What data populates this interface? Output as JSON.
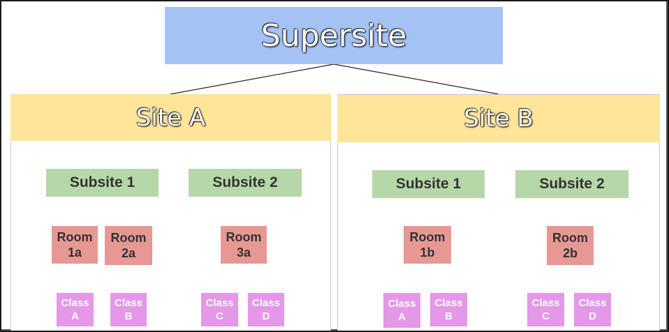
{
  "supersite": {
    "label": "Supersite"
  },
  "sites": [
    {
      "label": "Site A",
      "subsites": [
        {
          "label": "Subsite 1",
          "rooms": [
            {
              "line1": "Room",
              "line2": "1a",
              "classes": [
                {
                  "line1": "Class",
                  "line2": "A"
                }
              ]
            },
            {
              "line1": "Room",
              "line2": "2a",
              "classes": [
                {
                  "line1": "Class",
                  "line2": "B"
                }
              ]
            }
          ]
        },
        {
          "label": "Subsite 2",
          "rooms": [
            {
              "line1": "Room",
              "line2": "3a",
              "classes": [
                {
                  "line1": "Class",
                  "line2": "C"
                },
                {
                  "line1": "Class",
                  "line2": "D"
                }
              ]
            }
          ]
        }
      ]
    },
    {
      "label": "Site B",
      "subsites": [
        {
          "label": "Subsite 1",
          "rooms": [
            {
              "line1": "Room",
              "line2": "1b",
              "classes": [
                {
                  "line1": "Class",
                  "line2": "A"
                },
                {
                  "line1": "Class",
                  "line2": "B"
                }
              ]
            }
          ]
        },
        {
          "label": "Subsite 2",
          "rooms": [
            {
              "line1": "Room",
              "line2": "2b",
              "classes": [
                {
                  "line1": "Class",
                  "line2": "C"
                },
                {
                  "line1": "Class",
                  "line2": "D"
                }
              ]
            }
          ]
        }
      ]
    }
  ],
  "colors": {
    "supersite": "#a4c2f4",
    "site": "#ffe599",
    "subsite": "#b6d7a8",
    "room": "#e89894",
    "class": "#e597e8"
  }
}
